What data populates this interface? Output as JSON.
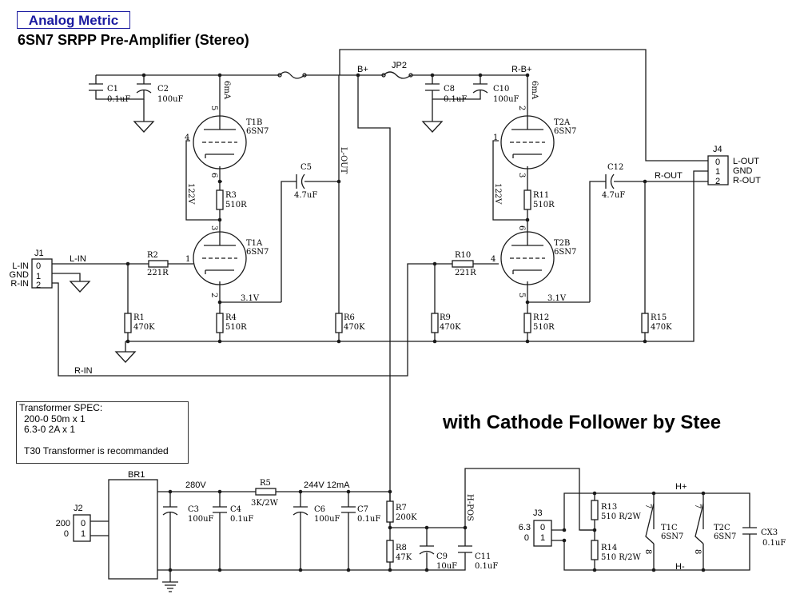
{
  "header": {
    "brand": "Analog Metric",
    "title": "6SN7 SRPP Pre-Amplifier (Stereo)"
  },
  "credit": "with Cathode Follower by Stee",
  "spec": {
    "title": "Transformer SPEC:",
    "lines": [
      "200-0 50m x 1",
      "6.3-0 2A x 1",
      "",
      "T30 Transformer is recommanded"
    ]
  },
  "connectors": {
    "j1": {
      "ref": "J1",
      "pins": [
        "0",
        "1",
        "2"
      ],
      "labels": [
        "L-IN",
        "GND",
        "R-IN"
      ]
    },
    "j4": {
      "ref": "J4",
      "pins": [
        "0",
        "1",
        "2"
      ],
      "labels": [
        "L-OUT",
        "GND",
        "R-OUT"
      ]
    },
    "j2": {
      "ref": "J2",
      "pins": [
        "0",
        "1"
      ],
      "labels": [
        "200",
        "0"
      ]
    },
    "j3": {
      "ref": "J3",
      "pins": [
        "0",
        "1"
      ],
      "labels": [
        "6.3",
        "0"
      ]
    }
  },
  "nets": {
    "l_in": "L-IN",
    "r_in": "R-IN",
    "l_out": "L-OUT",
    "r_out": "R-OUT",
    "bplus": "B+",
    "rbplus": "R-B+",
    "jp2": "JP2",
    "hpos": "H-POS",
    "hplus": "H+",
    "hminus": "H-",
    "br1": "BR1"
  },
  "voltages": {
    "v280": "280V",
    "v244": "244V 12mA",
    "ma_l": "6mA",
    "ma_r": "6mA",
    "v122_l": "122V",
    "v122_r": "122V",
    "v31_l": "3.1V",
    "v31_r": "3.1V"
  },
  "tubes": {
    "t1b": {
      "ref": "T1B",
      "type": "6SN7"
    },
    "t1a": {
      "ref": "T1A",
      "type": "6SN7"
    },
    "t2a": {
      "ref": "T2A",
      "type": "6SN7"
    },
    "t2b": {
      "ref": "T2B",
      "type": "6SN7"
    },
    "t1c": {
      "ref": "T1C",
      "type": "6SN7"
    },
    "t2c": {
      "ref": "T2C",
      "type": "6SN7"
    }
  },
  "pins": {
    "t1b_a": "5",
    "t1b_g": "4",
    "t1b_k": "6",
    "t1a_a": "3",
    "t1a_g": "1",
    "t1a_k": "2",
    "t2a_a": "2",
    "t2a_g": "1",
    "t2a_k": "3",
    "t2b_a": "6",
    "t2b_g": "4",
    "t2b_k": "5",
    "t1c_a": "7",
    "t1c_b": "8",
    "t2c_a": "7",
    "t2c_b": "8"
  },
  "resistors": {
    "r1": {
      "ref": "R1",
      "value": "470K"
    },
    "r2": {
      "ref": "R2",
      "value": "221R"
    },
    "r3": {
      "ref": "R3",
      "value": "510R"
    },
    "r4": {
      "ref": "R4",
      "value": "510R"
    },
    "r5": {
      "ref": "R5",
      "value": "3K/2W"
    },
    "r6": {
      "ref": "R6",
      "value": "470K"
    },
    "r7": {
      "ref": "R7",
      "value": "200K"
    },
    "r8": {
      "ref": "R8",
      "value": "47K"
    },
    "r9": {
      "ref": "R9",
      "value": "470K"
    },
    "r10": {
      "ref": "R10",
      "value": "221R"
    },
    "r11": {
      "ref": "R11",
      "value": "510R"
    },
    "r12": {
      "ref": "R12",
      "value": "510R"
    },
    "r13": {
      "ref": "R13",
      "value": "510 R/2W"
    },
    "r14": {
      "ref": "R14",
      "value": "510 R/2W"
    },
    "r15": {
      "ref": "R15",
      "value": "470K"
    }
  },
  "capacitors": {
    "c1": {
      "ref": "C1",
      "value": "0.1uF"
    },
    "c2": {
      "ref": "C2",
      "value": "100uF"
    },
    "c3": {
      "ref": "C3",
      "value": "100uF"
    },
    "c4": {
      "ref": "C4",
      "value": "0.1uF"
    },
    "c5": {
      "ref": "C5",
      "value": "4.7uF"
    },
    "c6": {
      "ref": "C6",
      "value": "100uF"
    },
    "c7": {
      "ref": "C7",
      "value": "0.1uF"
    },
    "c8": {
      "ref": "C8",
      "value": "0.1uF"
    },
    "c9": {
      "ref": "C9",
      "value": "10uF"
    },
    "c10": {
      "ref": "C10",
      "value": "100uF"
    },
    "c11": {
      "ref": "C11",
      "value": "0.1uF"
    },
    "c12": {
      "ref": "C12",
      "value": "4.7uF"
    },
    "cx3": {
      "ref": "CX3",
      "value": "0.1uF"
    }
  }
}
